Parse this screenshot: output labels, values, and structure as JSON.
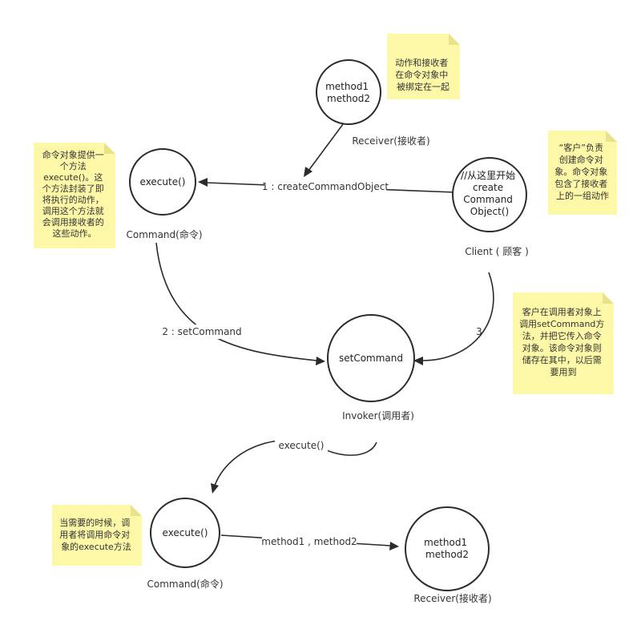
{
  "nodes": {
    "receiver_top": {
      "lines": [
        "method1",
        "method2"
      ],
      "caption": "Receiver(接收者)"
    },
    "command_top": {
      "lines": [
        "execute()"
      ],
      "caption": "Command(命令)"
    },
    "client": {
      "lines": [
        "//从这里开始",
        "create",
        "Command",
        "Object()"
      ],
      "caption": "Client ( 顾客 )"
    },
    "invoker": {
      "lines": [
        "setCommand"
      ],
      "caption": "Invoker(调用者)"
    },
    "command_bottom": {
      "lines": [
        "execute()"
      ],
      "caption": "Command(命令)"
    },
    "receiver_bottom": {
      "lines": [
        "method1",
        "method2"
      ],
      "caption": "Receiver(接收者)"
    }
  },
  "edges": {
    "create_command": "1 : createCommandObject",
    "set_command": "2 : setCommand",
    "client_to_invoker": "3",
    "execute": "execute()",
    "methods": "method1 , method2"
  },
  "notes": {
    "receiver_note": [
      "动作和接收者",
      "在命令对象中",
      "被绑定在一起"
    ],
    "command_note": [
      "命令对象提供一",
      "个方法",
      "execute()。这",
      "个方法封装了即",
      "将执行的动作，",
      "调用这个方法就",
      "会调用接收者的",
      "这些动作。"
    ],
    "client_note": [
      "“客户”负责",
      "创建命令对",
      "象。命令对象",
      "包含了接收者",
      "上的一组动作"
    ],
    "invoker_note": [
      "客户在调用者对象上",
      "调用setCommand方",
      "法，并把它传入命令",
      "对象。该命令对象则",
      "储存在其中，以后需",
      "要用到"
    ],
    "execute_note": [
      "当需要的时候，调",
      "用者将调用命令对",
      "象的execute方法"
    ]
  }
}
